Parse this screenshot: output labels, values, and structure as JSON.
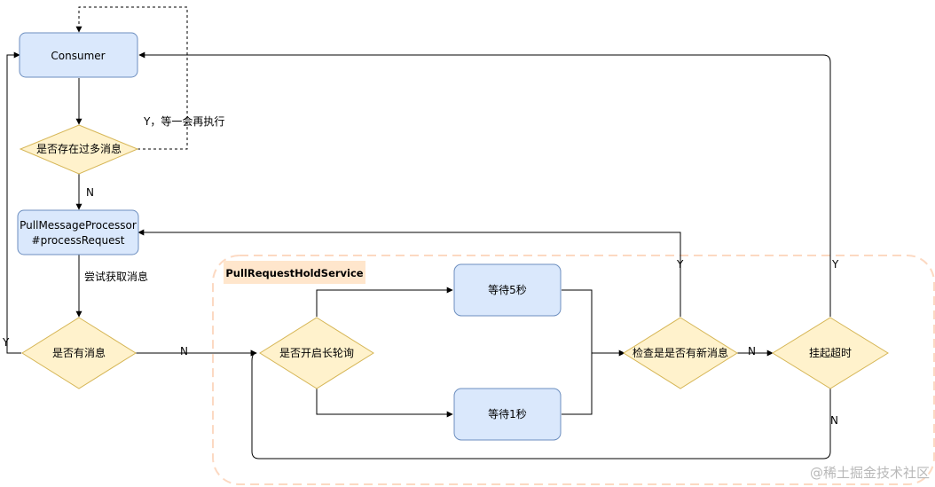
{
  "colors": {
    "process_fill": "#dae8fc",
    "process_stroke": "#6c8ebf",
    "decision_fill": "#fff2cc",
    "decision_stroke": "#d6b656",
    "region_stroke": "#fcd9c2",
    "service_label_fill": "#ffe6cc"
  },
  "nodes": {
    "consumer": "Consumer",
    "too_many_messages": "是否存在过多消息",
    "processor_line1": "PullMessageProcessor",
    "processor_line2": "#processRequest",
    "has_message": "是否有消息",
    "long_polling": "是否开启长轮询",
    "wait_5s": "等待5秒",
    "wait_1s": "等待1秒",
    "check_new_message": "检查是是否有新消息",
    "suspend_timeout": "挂起超时"
  },
  "region": {
    "service_label": "PullRequestHoldService"
  },
  "edge_labels": {
    "wait_retry": "Y，等一会再执行",
    "n1": "N",
    "try_fetch": "尝试获取消息",
    "y_left": "Y",
    "n2": "N",
    "y_check": "Y",
    "n3": "N",
    "y_timeout": "Y",
    "n_timeout": "N"
  },
  "watermark": "@稀土掘金技术社区"
}
